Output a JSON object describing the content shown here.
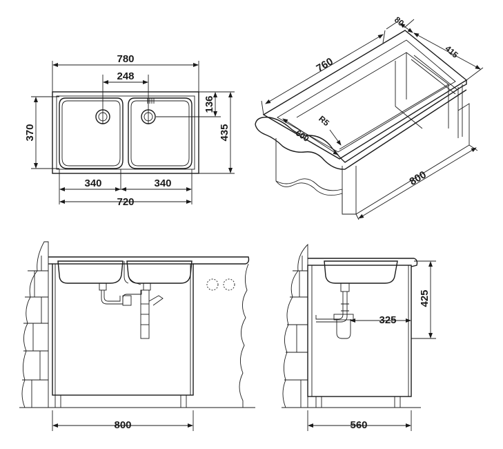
{
  "top_view": {
    "overall_width": "780",
    "bowl_spacing": "248",
    "depth_left": "370",
    "depth_right": "435",
    "drain_offset": "136",
    "bowl_left": "340",
    "bowl_right": "340",
    "cutout_width": "720"
  },
  "iso_view": {
    "length": "760",
    "rim": "80",
    "depth": "415",
    "radius": "R5",
    "cabinet_depth": "600",
    "cabinet_width": "800"
  },
  "front_view": {
    "cabinet_width": "800"
  },
  "side_view": {
    "height": "425",
    "trap_offset": "325",
    "cabinet_depth": "560"
  }
}
